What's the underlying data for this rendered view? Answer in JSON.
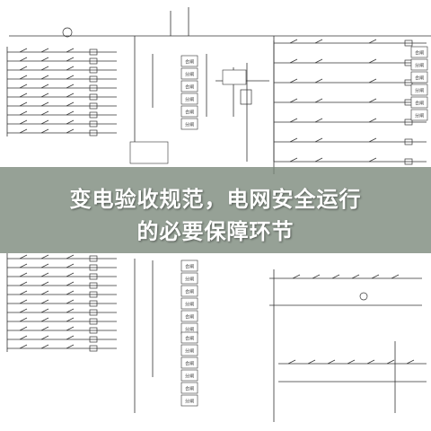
{
  "headline": {
    "line1": "变电验收规范，电网安全运行",
    "line2": "的必要保障环节"
  },
  "colors": {
    "banner": "#788778",
    "ink": "#333333",
    "background": "#ffffff"
  },
  "panels": {
    "left_top": {
      "cabinet_labels": [
        "合闸",
        "分闸",
        "合闸",
        "分闸",
        "合闸",
        "分闸"
      ]
    },
    "left_bottom": {
      "cabinet_labels": [
        "合闸",
        "分闸",
        "合闸",
        "分闸",
        "合闸",
        "分闸"
      ]
    },
    "right_top": {
      "cabinet_labels": [
        "合闸",
        "分闸",
        "合闸",
        "分闸",
        "合闸",
        "分闸"
      ]
    }
  }
}
